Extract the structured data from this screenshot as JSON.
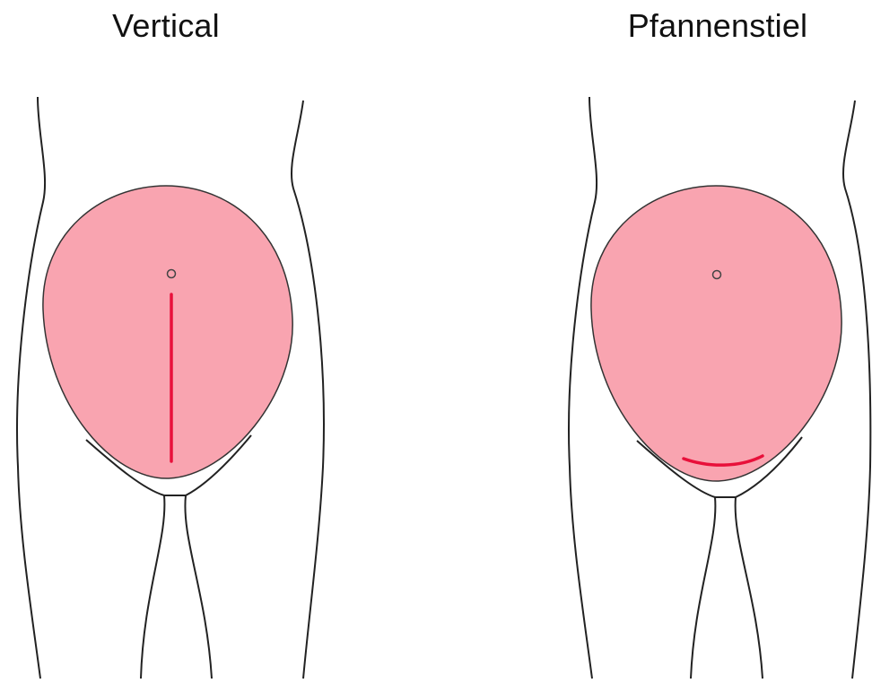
{
  "panels": [
    {
      "title": "Vertical"
    },
    {
      "title": "Pfannenstiel"
    }
  ],
  "colors": {
    "abdomen_fill": "#f9a4b0",
    "incision": "#e8103a",
    "outline": "#222222"
  },
  "icons": [
    "navel-icon",
    "incision-mark"
  ]
}
